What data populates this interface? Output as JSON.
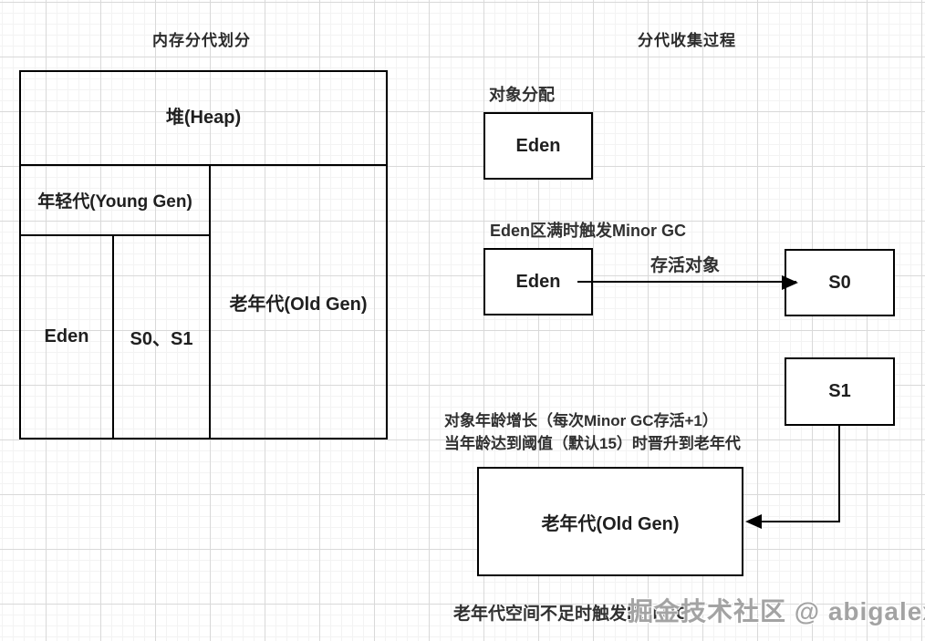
{
  "left_panel": {
    "title": "内存分代划分",
    "heap_label": "堆(Heap)",
    "young_gen_label": "年轻代(Young Gen)",
    "eden_label": "Eden",
    "survivor_label": "S0、S1",
    "old_gen_label": "老年代(Old Gen)"
  },
  "right_panel": {
    "title": "分代收集过程",
    "allocation_label": "对象分配",
    "allocation_box_label": "Eden",
    "minor_gc_caption": "Eden区满时触发Minor GC",
    "minor_gc_box_label": "Eden",
    "survivor_arrow_label": "存活对象",
    "s0_box_label": "S0",
    "s1_box_label": "S1",
    "aging_caption_line1": "对象年龄增长（每次Minor GC存活+1）",
    "aging_caption_line2": "当年龄达到阈值（默认15）时晋升到老年代",
    "old_gen_box_label": "老年代(Old Gen)",
    "full_gc_caption": "老年代空间不足时触发Full GC"
  },
  "watermark_text": "掘金技术社区 @ abigalexy",
  "colors": {
    "line": "#000000",
    "text": "#2b2b2b",
    "grid_major": "#d9d9d9",
    "grid_minor": "#f3f3f3",
    "watermark": "#8f8f8f",
    "background": "#ffffff"
  }
}
